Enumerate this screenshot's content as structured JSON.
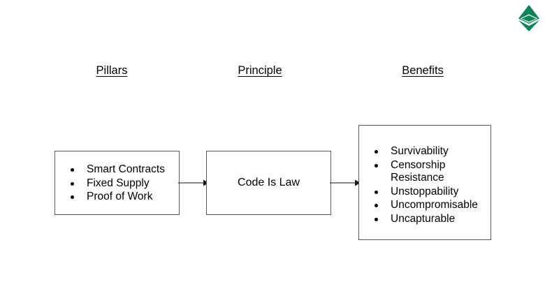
{
  "logo": {
    "name": "ethereum-classic-logo",
    "color_outer": "#0b8457",
    "color_dark": "#0a7a4f",
    "color_light": "#3aa76d"
  },
  "headings": {
    "pillars": "Pillars",
    "principle": "Principle",
    "benefits": "Benefits"
  },
  "boxes": {
    "pillars": {
      "items": [
        "Smart Contracts",
        "Fixed Supply",
        "Proof of Work"
      ]
    },
    "principle": {
      "label": "Code Is Law"
    },
    "benefits": {
      "items": [
        "Survivability",
        "Censorship Resistance",
        "Unstoppability",
        "Uncompromisable",
        "Uncapturable"
      ]
    }
  },
  "connectors": {
    "arrow_1": "arrow-right",
    "arrow_2": "arrow-right"
  },
  "colors": {
    "background": "#ffffff",
    "text": "#000000",
    "box_border": "#595959",
    "connector": "#404040",
    "brand_green": "#0b8457"
  }
}
